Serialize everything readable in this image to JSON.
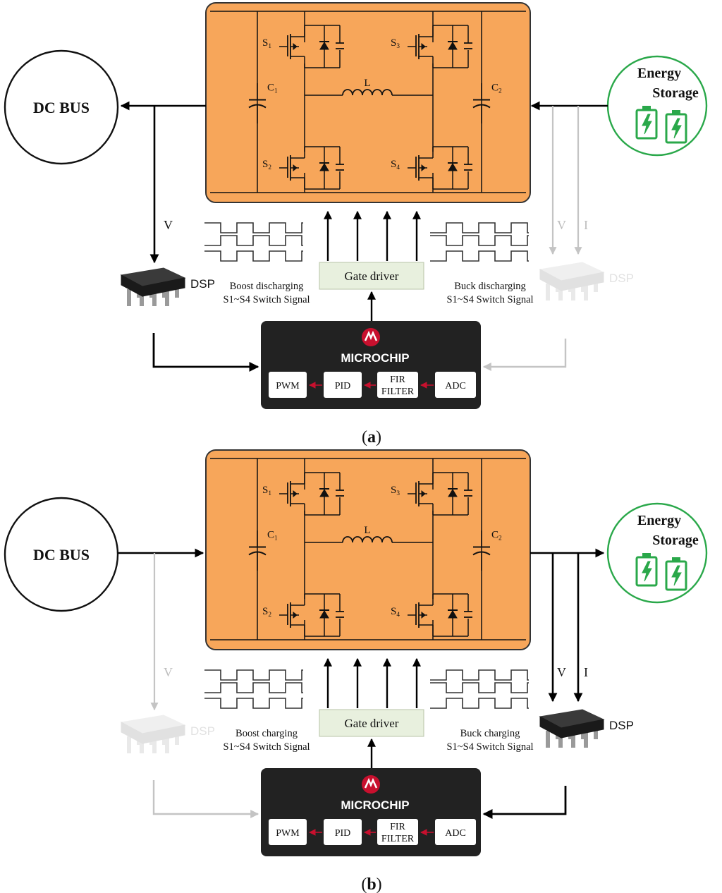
{
  "panels": [
    {
      "caption_letter": "a",
      "dc_bus_label": "DC BUS",
      "storage_label_line1": "Energy",
      "storage_label_line2": "Storage",
      "switch_labels": [
        "S",
        "S",
        "S",
        "S"
      ],
      "switch_subscripts": [
        "1",
        "2",
        "3",
        "4"
      ],
      "capacitor_labels": [
        "C",
        "C"
      ],
      "capacitor_subscripts": [
        "1",
        "2"
      ],
      "inductor_label": "L",
      "gate_driver_label": "Gate driver",
      "left_signal_line1": "Boost discharging",
      "left_signal_line2": "S1~S4 Switch Signal",
      "right_signal_line1": "Buck discharging",
      "right_signal_line2": "S1~S4 Switch Signal",
      "left_sense_label": "V",
      "right_sense_v_label": "V",
      "right_sense_i_label": "I",
      "left_dsp_label": "DSP",
      "right_dsp_label": "DSP",
      "mcu_brand": "MICROCHIP",
      "mcu_blocks": [
        "PWM",
        "PID",
        "FIR",
        "FILTER",
        "ADC"
      ]
    },
    {
      "caption_letter": "b",
      "dc_bus_label": "DC BUS",
      "storage_label_line1": "Energy",
      "storage_label_line2": "Storage",
      "switch_labels": [
        "S",
        "S",
        "S",
        "S"
      ],
      "switch_subscripts": [
        "1",
        "2",
        "3",
        "4"
      ],
      "capacitor_labels": [
        "C",
        "C"
      ],
      "capacitor_subscripts": [
        "1",
        "2"
      ],
      "inductor_label": "L",
      "gate_driver_label": "Gate driver",
      "left_signal_line1": "Boost charging",
      "left_signal_line2": "S1~S4 Switch Signal",
      "right_signal_line1": "Buck charging",
      "right_signal_line2": "S1~S4 Switch Signal",
      "left_sense_label": "V",
      "right_sense_v_label": "V",
      "right_sense_i_label": "I",
      "left_dsp_label": "DSP",
      "right_dsp_label": "DSP",
      "mcu_brand": "MICROCHIP",
      "mcu_blocks": [
        "PWM",
        "PID",
        "FIR",
        "FILTER",
        "ADC"
      ]
    }
  ],
  "colors": {
    "converter_fill": "#f7a65a",
    "storage_green": "#2aa84a",
    "active_line": "#000000",
    "inactive_line": "#c4c4c4",
    "mcu_bg": "#222222",
    "mcu_red": "#c8102e",
    "gate_driver_fill": "#e8f0de"
  },
  "state": {
    "panel_a_active_side": "left",
    "panel_b_active_side": "right"
  }
}
